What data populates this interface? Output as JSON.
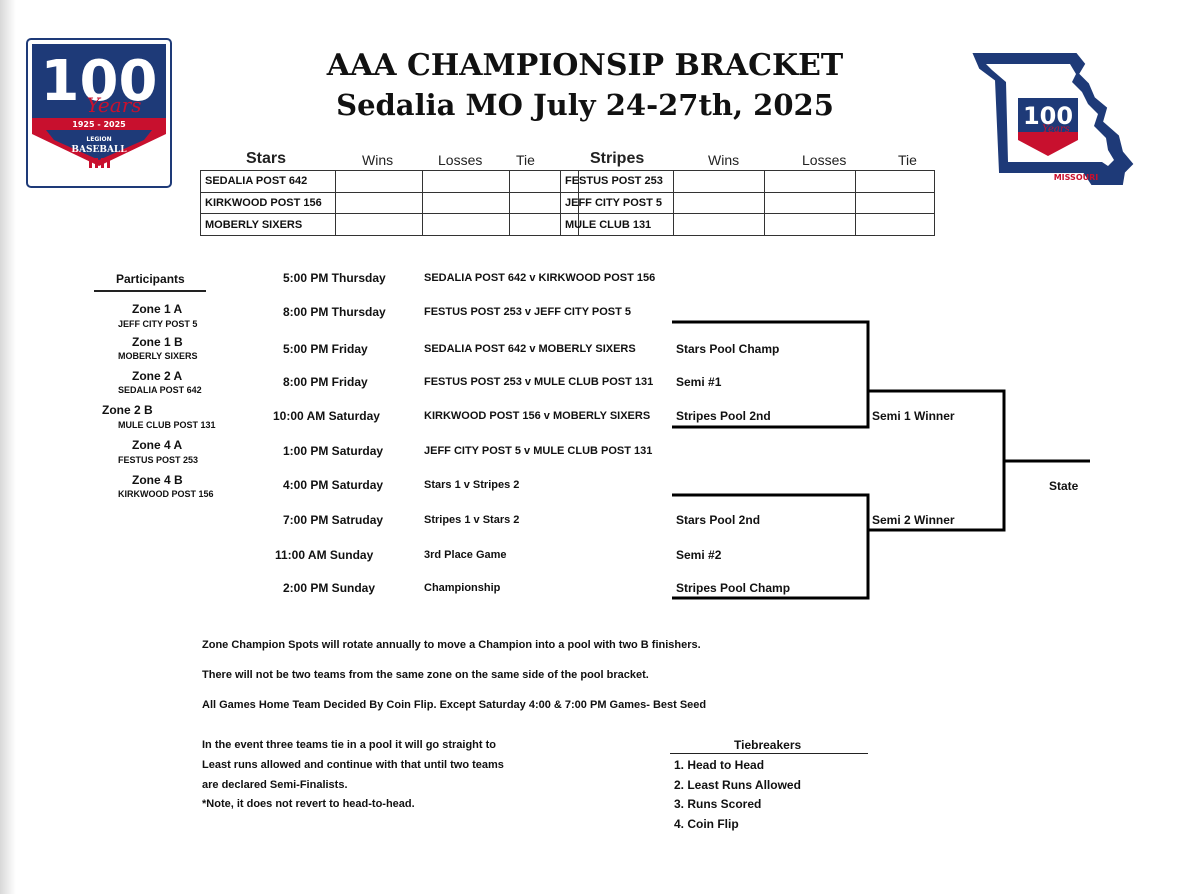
{
  "title_line1": "AAA CHAMPIONSIP BRACKET",
  "title_line2": "Sedalia MO July 24-27th, 2025",
  "logo_left": {
    "big_number": "100",
    "script_text": "Years",
    "years": "1925 - 2025",
    "org": "LEGION",
    "sport": "BASEBALL"
  },
  "logo_right": {
    "big_number": "100",
    "script_text": "Years",
    "state": "MISSOURI"
  },
  "stars": {
    "title": "Stars",
    "wins": "Wins",
    "losses": "Losses",
    "tie": "Tie",
    "teams": [
      "SEDALIA POST 642",
      "KIRKWOOD POST 156",
      "MOBERLY SIXERS"
    ]
  },
  "stripes": {
    "title": "Stripes",
    "wins": "Wins",
    "losses": "Losses",
    "tie": "Tie",
    "teams": [
      "FESTUS POST 253",
      "JEFF CITY POST 5",
      "MULE CLUB 131"
    ]
  },
  "participants": {
    "title": "Participants",
    "zones": [
      {
        "zone": "Zone 1 A",
        "team": "JEFF CITY POST 5"
      },
      {
        "zone": "Zone 1 B",
        "team": "MOBERLY SIXERS"
      },
      {
        "zone": "Zone 2 A",
        "team": "SEDALIA POST 642"
      },
      {
        "zone": "Zone 2 B",
        "team": "MULE CLUB POST 131"
      },
      {
        "zone": "Zone 4 A",
        "team": "FESTUS POST 253"
      },
      {
        "zone": "Zone 4 B",
        "team": "KIRKWOOD POST 156"
      }
    ]
  },
  "schedule": [
    {
      "time": "5:00 PM Thursday",
      "game": "SEDALIA POST 642 v KIRKWOOD POST 156"
    },
    {
      "time": "8:00 PM Thursday",
      "game": "FESTUS POST 253 v JEFF CITY POST 5"
    },
    {
      "time": "5:00 PM Friday",
      "game": "SEDALIA POST 642 v MOBERLY SIXERS"
    },
    {
      "time": "8:00 PM Friday",
      "game": "FESTUS POST 253 v MULE CLUB POST 131"
    },
    {
      "time": "10:00 AM Saturday",
      "game": "KIRKWOOD POST 156 v MOBERLY SIXERS"
    },
    {
      "time": "1:00 PM Saturday",
      "game": "JEFF CITY POST 5 v MULE CLUB POST 131"
    },
    {
      "time": "4:00 PM Saturday",
      "game": "Stars 1 v Stripes 2"
    },
    {
      "time": "7:00 PM Satruday",
      "game": "Stripes 1 v Stars 2"
    },
    {
      "time": "11:00 AM Sunday",
      "game": "3rd Place Game"
    },
    {
      "time": "2:00 PM Sunday",
      "game": "Championship"
    }
  ],
  "bracket": {
    "stars_pool_champ": "Stars Pool Champ",
    "semi1": "Semi #1",
    "stripes_pool_2nd": "Stripes Pool 2nd",
    "semi1_winner": "Semi 1 Winner",
    "stars_pool_2nd": "Stars Pool 2nd",
    "semi2": "Semi #2",
    "stripes_pool_champ": "Stripes Pool Champ",
    "semi2_winner": "Semi 2 Winner",
    "state": "State"
  },
  "notes": [
    "Zone Champion Spots will rotate annually to move a Champion into a pool with two B finishers.",
    "There will not be two teams from the same zone on the same side of the pool bracket.",
    "All Games Home Team Decided By Coin Flip. Except Saturday 4:00 & 7:00 PM Games- Best Seed"
  ],
  "tie_note": [
    "In the event three teams tie in a pool it will go straight to",
    "Least runs allowed and continue with that until two teams",
    "are declared Semi-Finalists.",
    "*Note, it does not revert to head-to-head."
  ],
  "tiebreakers": {
    "title": "Tiebreakers",
    "items": [
      "1.  Head to Head",
      "2.  Least Runs Allowed",
      "3.  Runs Scored",
      "4.  Coin Flip"
    ]
  }
}
